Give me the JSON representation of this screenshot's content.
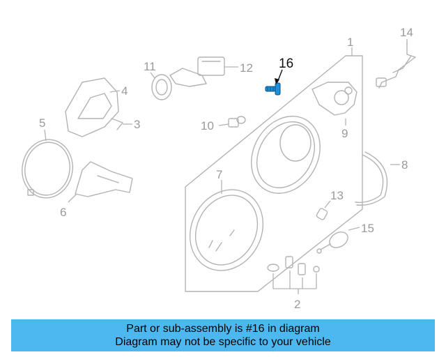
{
  "diagram": {
    "callouts": [
      "1",
      "2",
      "3",
      "4",
      "5",
      "6",
      "7",
      "8",
      "9",
      "10",
      "11",
      "12",
      "13",
      "14",
      "15",
      "16"
    ],
    "highlighted_part": "16",
    "highlight_color": "#1e8fd8"
  },
  "banner": {
    "line1": "Part or sub-assembly is #16 in diagram",
    "line2": "Diagram may not be specific to your vehicle",
    "background": "#4db8f0"
  }
}
